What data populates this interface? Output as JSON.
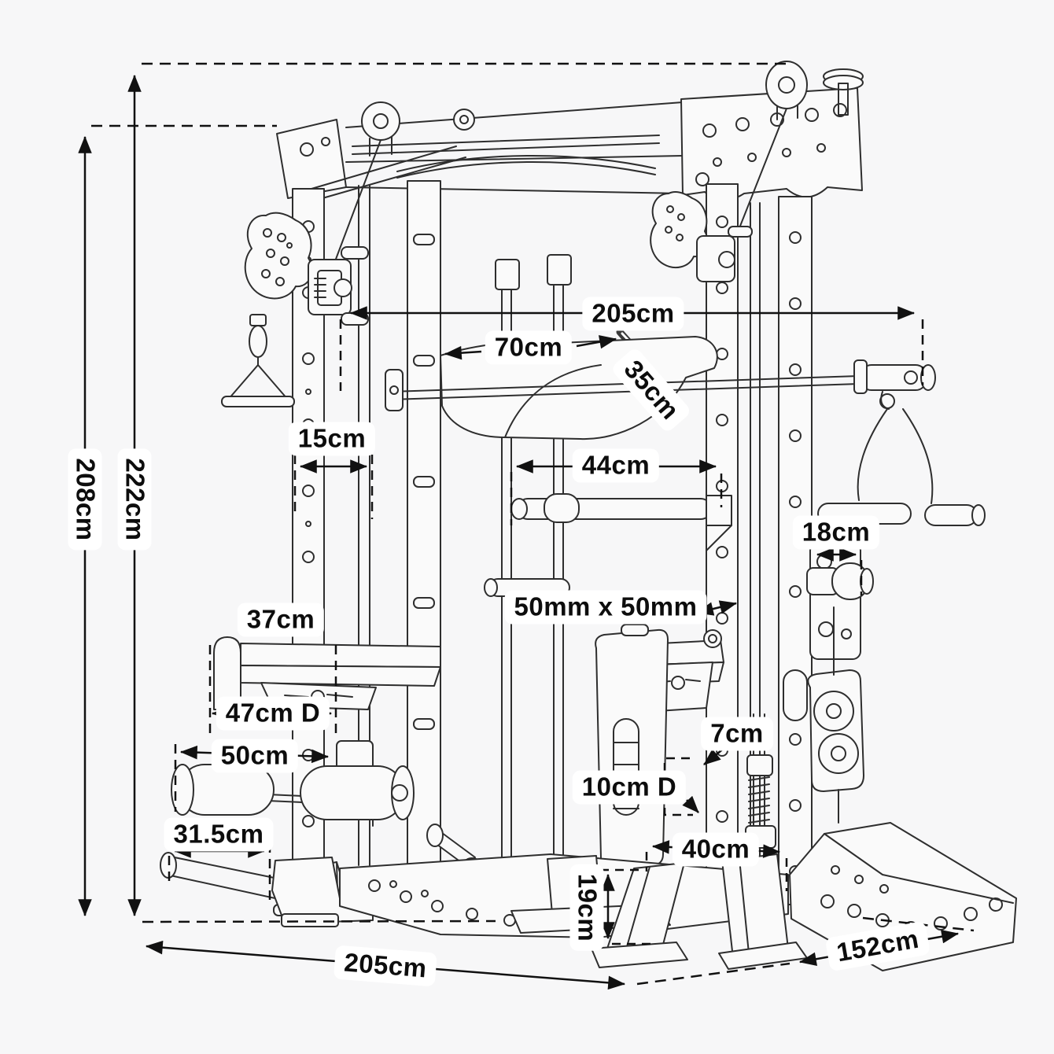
{
  "figure": {
    "kind": "technical-dimension-diagram",
    "units_shown": [
      "cm",
      "mm"
    ]
  },
  "colors": {
    "background": "#f7f7f8",
    "drawing_line": "#2e2e2e",
    "dimension_line": "#111111",
    "label_background": "#ffffff",
    "label_text": "#0d0d0d"
  },
  "dimensions": {
    "max_height": "222cm",
    "frame_height": "208cm",
    "top_width": "205cm",
    "bar_grip_length": "70cm",
    "seat_length": "35cm",
    "hook_spacing": "15cm",
    "inner_width": "44cm",
    "weight_peg_length": "18cm",
    "tube_profile": "50mm x 50mm",
    "jhook_width": "37cm",
    "jhook_depth": "47cm D",
    "leg_roller_width": "50cm",
    "landmine_length": "31.5cm",
    "handle_offset": "7cm",
    "handle_diameter": "10cm D",
    "plate_ramp_width": "40cm",
    "plate_ramp_height": "19cm",
    "base_depth": "205cm",
    "base_width": "152cm"
  }
}
